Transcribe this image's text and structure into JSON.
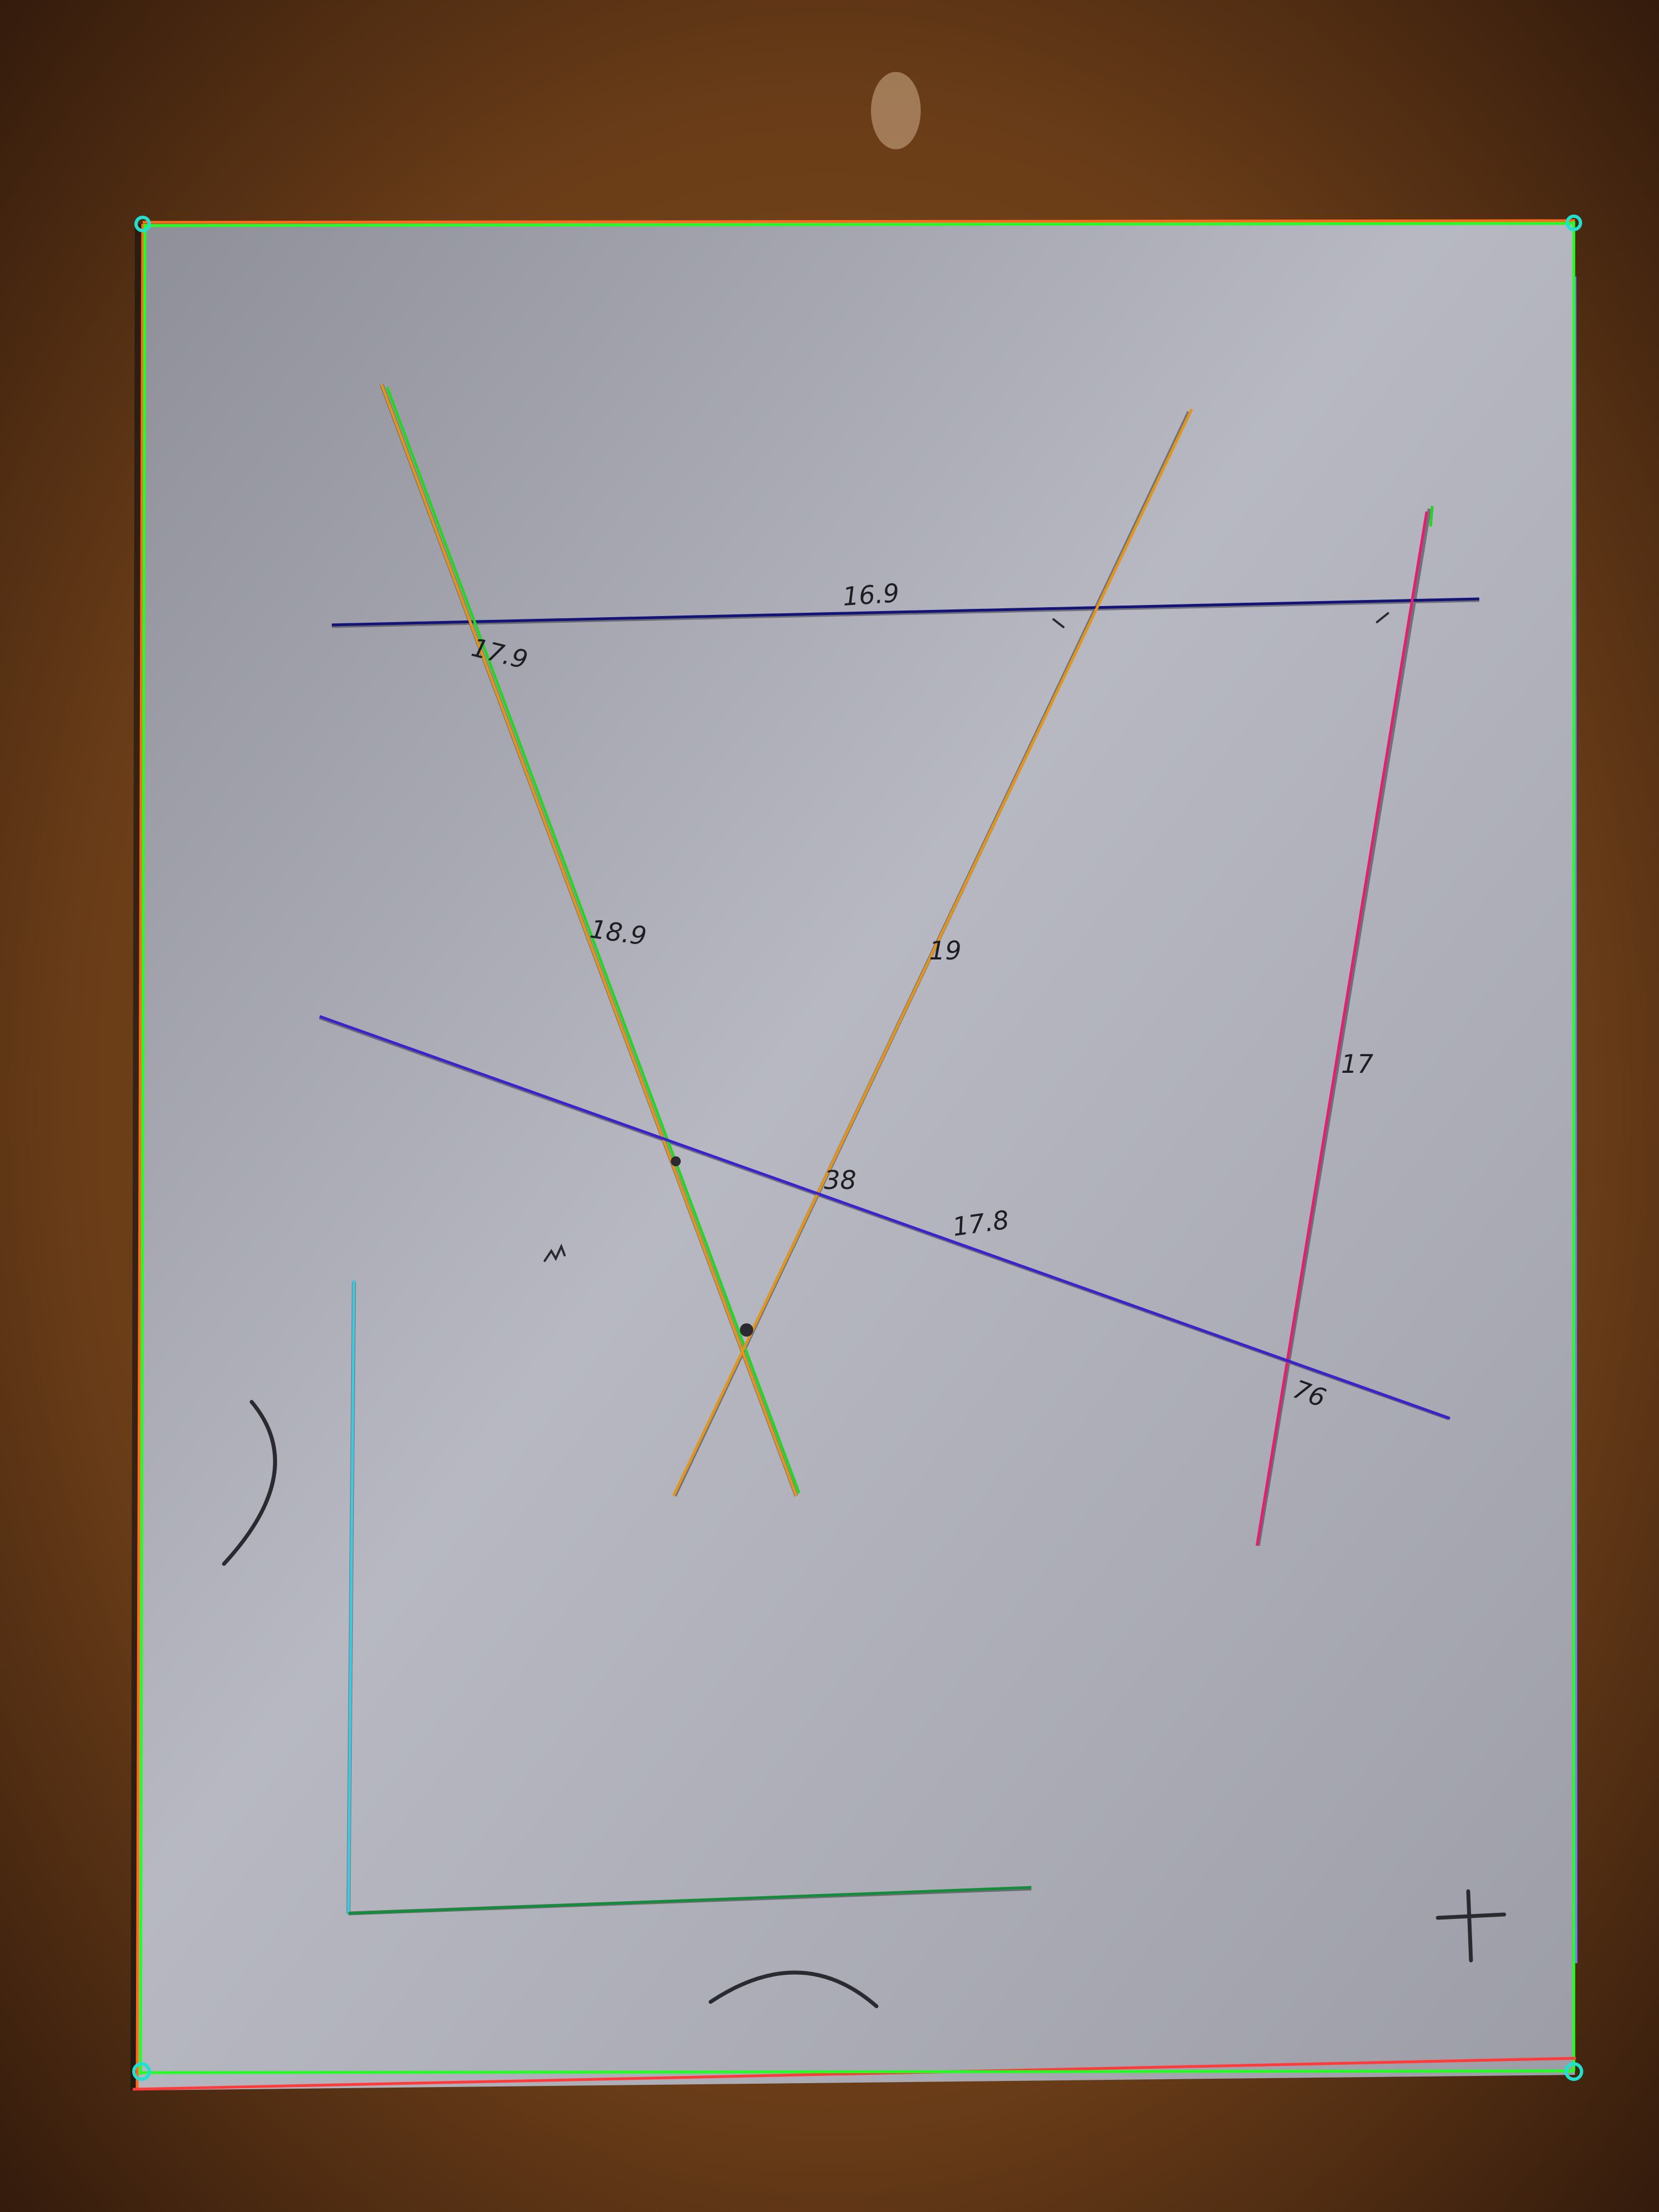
{
  "colors": {
    "table": "#6a3d18",
    "paper": "#b4b5bf",
    "pencil": "#3a3a42",
    "corner_marker": "#22e0d0",
    "detected_edge_green": "#22ff22",
    "detected_edge_orange": "#ff6a1a",
    "detected_edge_blue": "#7777ff",
    "line_navy": "#141478",
    "line_blue": "#3a22cc",
    "line_orange": "#e0961e",
    "line_green": "#28d228",
    "line_pink": "#e02070",
    "line_cyan": "#40c8e0",
    "line_dark_green": "#148c3c"
  },
  "labels": {
    "top_segment": "16.9",
    "top_left_angle": "17.9",
    "left_segment": "18.9",
    "middle_segment": "19",
    "right_segment": "17",
    "lower_segment": "17.8",
    "right_angle": "76",
    "center_angle": "38"
  },
  "icons": {
    "corner_marker": "circle-marker-icon",
    "plus_mark": "plus-sign-icon"
  }
}
